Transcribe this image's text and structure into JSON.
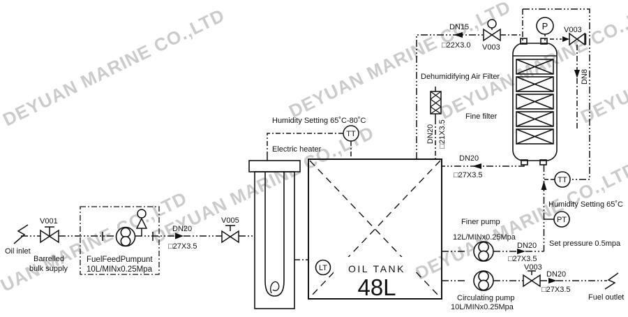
{
  "watermark": {
    "text": "DEYUAN MARINE CO.,LTD"
  },
  "left": {
    "oil_inlet": "Oil inlet",
    "supply_line1": "Barrelled",
    "supply_line2": "bulk supply",
    "v001": "V001",
    "pump_unit_name": "FuelFeedPumpunt",
    "pump_unit_spec": "10L/MINx0.25Mpa",
    "dn20": "DN20",
    "dn20_spec": "□27X3.5",
    "v005": "V005"
  },
  "heater": {
    "humidity_setting": "Humidity Setting 65˚C-80˚C",
    "tt": "TT",
    "label": "Electric heater"
  },
  "tank": {
    "lt": "LT",
    "name": "OIL TANK",
    "volume": "48L"
  },
  "vent": {
    "dn20": "DN20",
    "spec": "□21X3.5"
  },
  "top": {
    "dn15": "DN15",
    "dn15_spec": "□22X3.0",
    "v003_left": "V003",
    "dehumidifier": "Dehumidifying Air Filter",
    "fine_filter": "Fine filter",
    "p": "P",
    "v003_right": "V003",
    "dn8": "DN8",
    "return_dn20": "DN20",
    "return_spec": "□27X3.5",
    "tt": "TT",
    "humidity_setting": "Humidity Setting 65˚C",
    "pt": "PT",
    "set_pressure": "Set pressure 0.5mpa"
  },
  "finer": {
    "name": "Finer pump",
    "spec": "12L/MINx0.25Mpa",
    "dn20": "DN20",
    "pipe_spec": "□27X3.5"
  },
  "circ": {
    "name": "Circulating pump",
    "spec": "10L/MINx0.25Mpa",
    "v003": "V003",
    "dn20": "DN20",
    "pipe_spec": "□27X3.5",
    "fuel_outlet": "Fuel outlet"
  }
}
